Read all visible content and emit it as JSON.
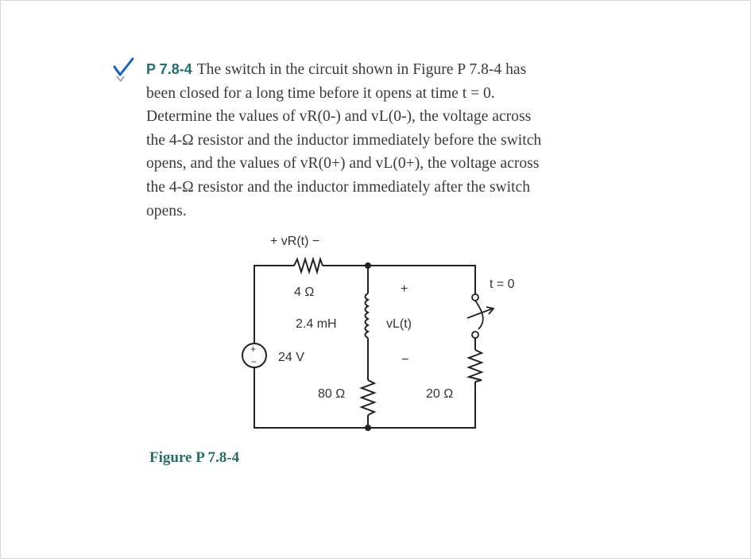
{
  "problem": {
    "number": "P 7.8-4",
    "lines": [
      "The switch in the circuit shown in Figure P 7.8-4 has",
      "been closed for a long time before it opens at time t = 0.",
      "Determine the values of vR(0-) and vL(0-), the voltage across",
      "the 4-Ω resistor and the inductor immediately before the switch",
      "opens, and the values of vR(0+) and vL(0+), the voltage across",
      "the 4-Ω resistor and the inductor immediately after the switch",
      "opens."
    ]
  },
  "circuit": {
    "vr_label": "+ vR(t) −",
    "r1": "4 Ω",
    "inductor": "2.4 mH",
    "vl_plus": "+",
    "vl_label": "vL(t)",
    "vl_minus": "−",
    "switch_label": "t = 0",
    "source": "24 V",
    "r2": "80 Ω",
    "r3": "20 Ω"
  },
  "figure_caption": "Figure P 7.8-4",
  "colors": {
    "check": "#1565c0",
    "caption": "#2a6d67",
    "number": "#1f6f6a"
  }
}
